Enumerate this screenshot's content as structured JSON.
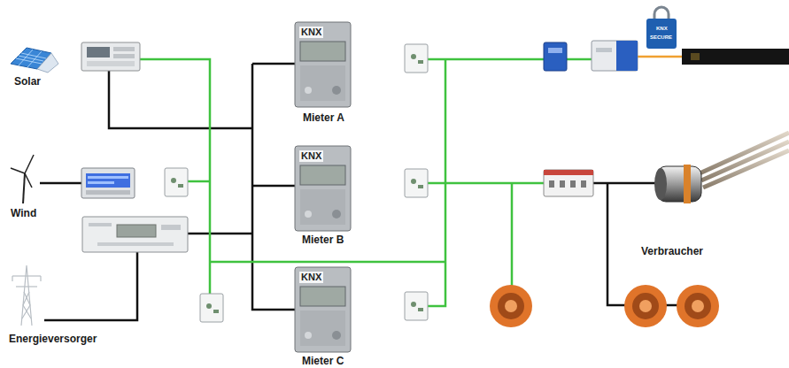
{
  "diagram": {
    "nodes": [
      {
        "text": [
          "Solar"
        ]
      },
      {
        "text": [
          "Wind"
        ]
      },
      {
        "text": [
          "Energieversorger"
        ]
      },
      {
        "text": [
          "KNX",
          "Mieter A"
        ]
      },
      {
        "text": [
          "KNX",
          "Mieter B"
        ]
      },
      {
        "text": [
          "KNX",
          "Mieter C"
        ]
      },
      {
        "text": [
          "Verbraucher"
        ]
      }
    ],
    "labels": [
      "KNX",
      "SECURE"
    ]
  }
}
